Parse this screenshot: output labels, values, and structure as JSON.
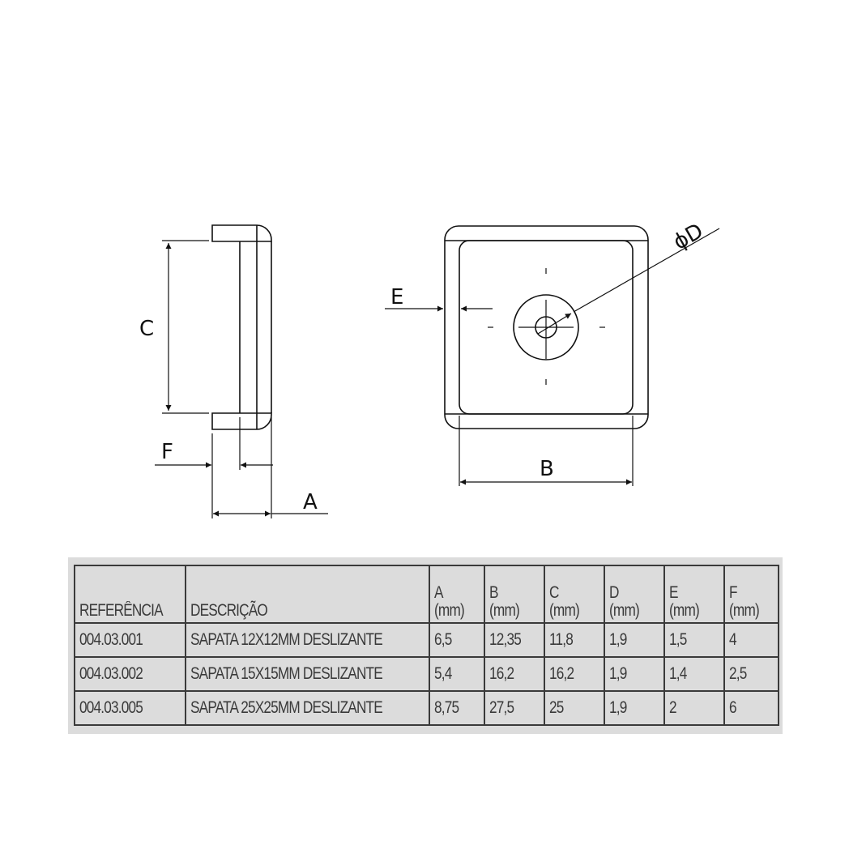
{
  "drawing": {
    "side_view": {
      "labels": {
        "C": "C",
        "F": "F",
        "A": "A"
      }
    },
    "top_view": {
      "labels": {
        "E": "E",
        "B": "B",
        "D": "ϕD"
      }
    }
  },
  "table": {
    "headers": [
      {
        "line1": "",
        "line2": "REFERÊNCIA"
      },
      {
        "line1": "",
        "line2": "DESCRIÇÃO"
      },
      {
        "line1": "A",
        "line2": "(mm)"
      },
      {
        "line1": "B",
        "line2": "(mm)"
      },
      {
        "line1": "C",
        "line2": "(mm)"
      },
      {
        "line1": "D",
        "line2": "(mm)"
      },
      {
        "line1": "E",
        "line2": "(mm)"
      },
      {
        "line1": "F",
        "line2": "(mm)"
      }
    ],
    "rows": [
      [
        "004.03.001",
        "SAPATA 12X12MM DESLIZANTE",
        "6,5",
        "12,35",
        "11,8",
        "1,9",
        "1,5",
        "4"
      ],
      [
        "004.03.002",
        "SAPATA 15X15MM DESLIZANTE",
        "5,4",
        "16,2",
        "16,2",
        "1,9",
        "1,4",
        "2,5"
      ],
      [
        "004.03.005",
        "SAPATA 25X25MM DESLIZANTE",
        "8,75",
        "27,5",
        "25",
        "1,9",
        "2",
        "6"
      ]
    ]
  }
}
